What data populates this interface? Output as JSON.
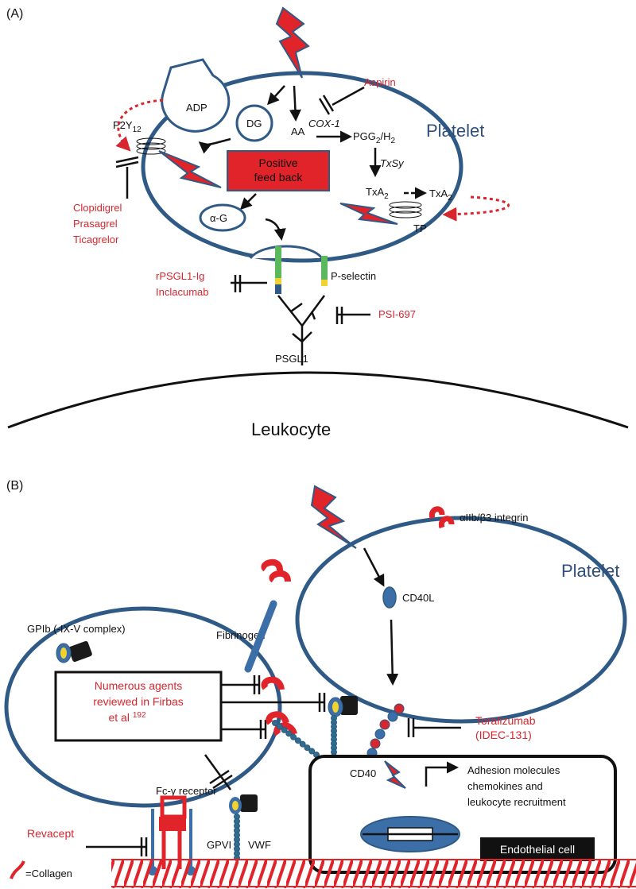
{
  "panelA": {
    "label": "(A)",
    "platelet": "Platelet",
    "leukocyte": "Leukocyte",
    "adp": "ADP",
    "dg": "DG",
    "aa": "AA",
    "cox1": "COX-1",
    "pgg_main": "PGG",
    "pgg_sub1": "2",
    "pgg_mid": "/H",
    "pgg_sub2": "2",
    "txsy": "TxSy",
    "txa_left": "TxA",
    "txa_left_sub": "2",
    "txa_right": "TxA",
    "txa_right_sub": "2",
    "tp": "TP",
    "p2y_main": "P2Y",
    "p2y_sub": "12",
    "positive_feedback_line1": "Positive",
    "positive_feedback_line2": "feed back",
    "alpha_g": "α-G",
    "aspirin": "Aspirin",
    "clopidogrel": "Clopidigrel",
    "prasagrel": "Prasagrel",
    "ticagrelor": "Ticagrelor",
    "rpsgl": "rPSGL1-Ig",
    "inclacumab": "Inclacumab",
    "p_selectin": "P-selectin",
    "psi697": "PSI-697",
    "psgl1": "PSGL1"
  },
  "panelB": {
    "label": "(B)",
    "platelet": "Platelet",
    "integrin": "αIIb/β3 integrin",
    "cd40l": "CD40L",
    "gpib": "GPIb (-IX-V complex)",
    "fibrinogen": "Fibrinogen",
    "numerous_line1": "Numerous agents",
    "numerous_line2": "reviewed in Firbas",
    "numerous_line3": "et al ",
    "numerous_ref": "192",
    "toralizumab_line1": "Toralizumab",
    "toralizumab_line2": "(IDEC-131)",
    "cd40": "CD40",
    "outcome_line1": "Adhesion molecules",
    "outcome_line2": "chemokines and",
    "outcome_line3": "leukocyte recruitment",
    "fc_receptor": "Fc-γ receptor",
    "revacept": "Revacept",
    "gpvi": "GPVI",
    "vwf": "VWF",
    "endothelial": "Endothelial cell",
    "collagen_legend": "=Collagen"
  },
  "colors": {
    "membrane": "#2f5a86",
    "inhibitor_red": "#d7262e",
    "bolt_red": "#e1232a",
    "feedback_box": "#e1232a",
    "selectin_green": "#5cb85c",
    "selectin_yellow": "#f2d22e",
    "collagen": "#e1232a"
  }
}
